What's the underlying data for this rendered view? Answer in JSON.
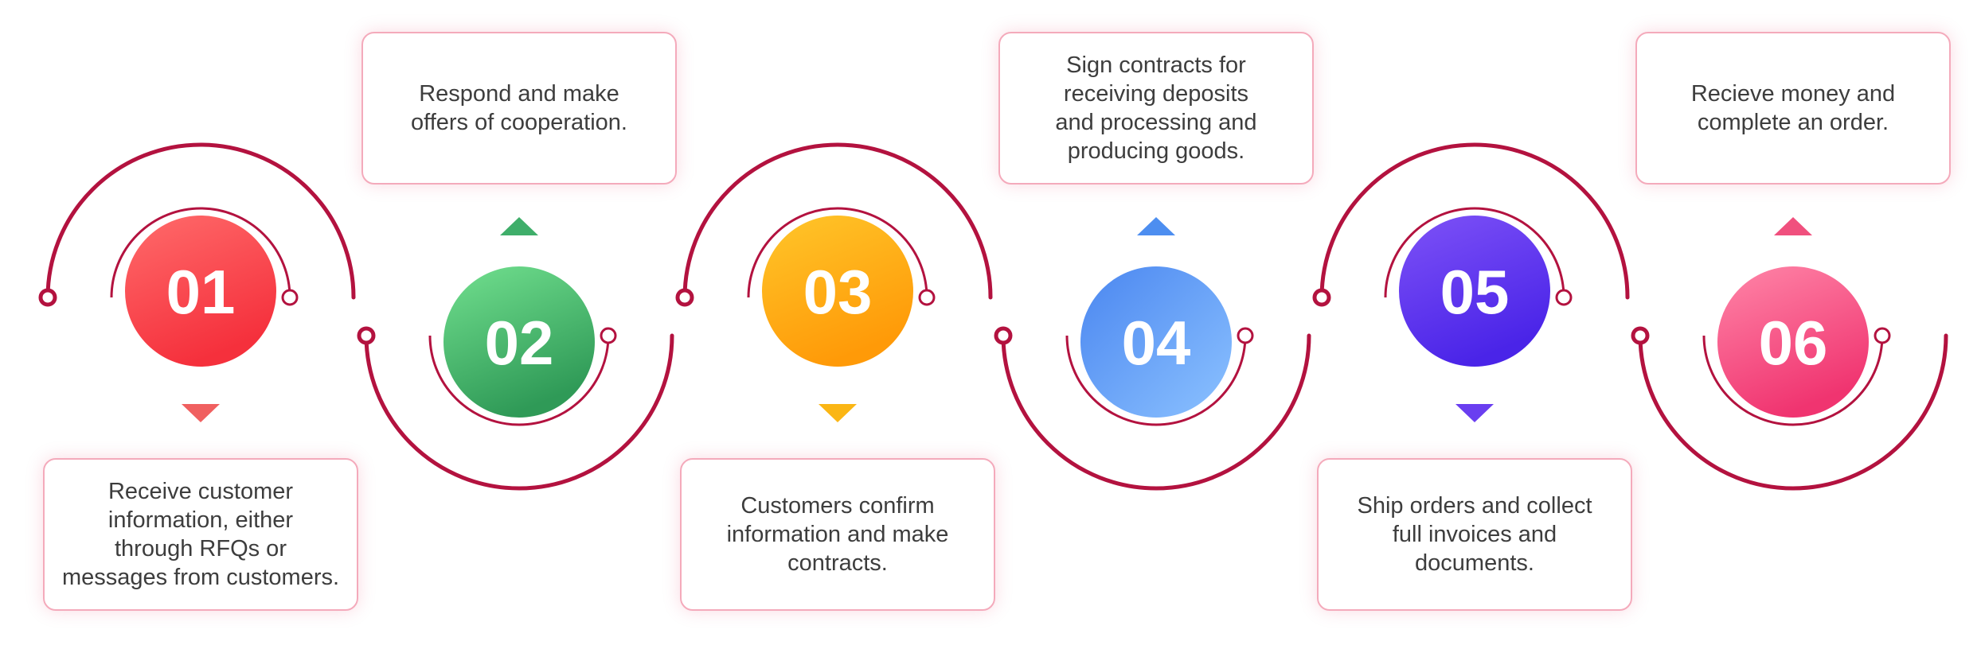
{
  "colors": {
    "arc": "#b3123f",
    "box_border": "#f4aabb"
  },
  "steps": [
    {
      "number": "01",
      "text": "Receive customer\ninformation, either\nthrough RFQs or\nmessages from customers.",
      "color_top": "#ff6b6b",
      "color_bottom": "#f5303c",
      "marker_color": "#f06060"
    },
    {
      "number": "02",
      "text": "Respond and make\noffers of cooperation.",
      "color_top": "#72e08f",
      "color_bottom": "#2f9a57",
      "marker_color": "#3fae6a"
    },
    {
      "number": "03",
      "text": "Customers confirm\ninformation and make\ncontracts.",
      "color_top": "#ffc62a",
      "color_bottom": "#ff9a08",
      "marker_color": "#fbb614"
    },
    {
      "number": "04",
      "text": "Sign contracts for\nreceiving deposits\nand processing and\nproducing goods.",
      "color_top": "#4a86f0",
      "color_bottom": "#8cc2ff",
      "marker_color": "#4d8ef0"
    },
    {
      "number": "05",
      "text": "Ship orders and collect\nfull invoices and\ndocuments.",
      "color_top": "#7e52f7",
      "color_bottom": "#4a24e8",
      "marker_color": "#6a3ef0"
    },
    {
      "number": "06",
      "text": "Recieve money and\ncomplete an order.",
      "color_top": "#ff86a8",
      "color_bottom": "#f03470",
      "marker_color": "#f0507e"
    }
  ]
}
